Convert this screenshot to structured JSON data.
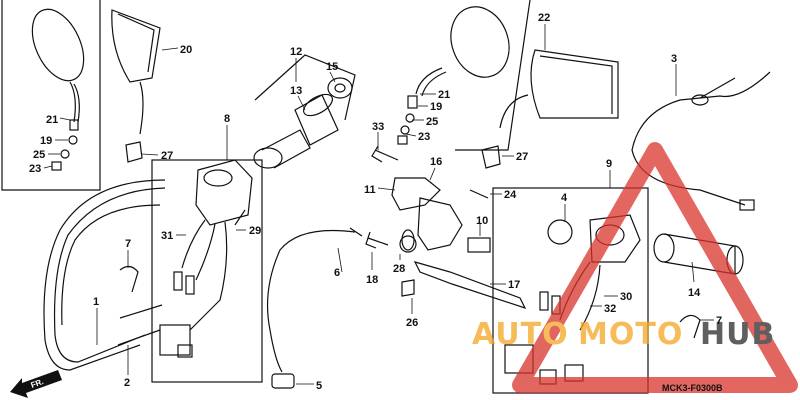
{
  "diagram": {
    "part_code": "MCK3-F0300B",
    "direction_label": "FR.",
    "watermark": {
      "part1": "AUTO",
      "part2": "MOTO",
      "part3": "HUB",
      "color_orange": "#f5a623",
      "color_red": "#d9342b"
    },
    "callouts": [
      {
        "id": "20",
        "label": "20"
      },
      {
        "id": "21a",
        "label": "21"
      },
      {
        "id": "19a",
        "label": "19"
      },
      {
        "id": "25a",
        "label": "25"
      },
      {
        "id": "23a",
        "label": "23"
      },
      {
        "id": "27a",
        "label": "27"
      },
      {
        "id": "12",
        "label": "12"
      },
      {
        "id": "13",
        "label": "13"
      },
      {
        "id": "15",
        "label": "15"
      },
      {
        "id": "8",
        "label": "8"
      },
      {
        "id": "31",
        "label": "31"
      },
      {
        "id": "29",
        "label": "29"
      },
      {
        "id": "7a",
        "label": "7"
      },
      {
        "id": "1",
        "label": "1"
      },
      {
        "id": "2",
        "label": "2"
      },
      {
        "id": "6",
        "label": "6"
      },
      {
        "id": "5",
        "label": "5"
      },
      {
        "id": "22",
        "label": "22"
      },
      {
        "id": "21b",
        "label": "21"
      },
      {
        "id": "19b",
        "label": "19"
      },
      {
        "id": "25b",
        "label": "25"
      },
      {
        "id": "23b",
        "label": "23"
      },
      {
        "id": "33",
        "label": "33"
      },
      {
        "id": "27b",
        "label": "27"
      },
      {
        "id": "16",
        "label": "16"
      },
      {
        "id": "11",
        "label": "11"
      },
      {
        "id": "24",
        "label": "24"
      },
      {
        "id": "10",
        "label": "10"
      },
      {
        "id": "18",
        "label": "18"
      },
      {
        "id": "28",
        "label": "28"
      },
      {
        "id": "17",
        "label": "17"
      },
      {
        "id": "26",
        "label": "26"
      },
      {
        "id": "3",
        "label": "3"
      },
      {
        "id": "9",
        "label": "9"
      },
      {
        "id": "4",
        "label": "4"
      },
      {
        "id": "14",
        "label": "14"
      },
      {
        "id": "30",
        "label": "30"
      },
      {
        "id": "32",
        "label": "32"
      },
      {
        "id": "7b",
        "label": "7"
      }
    ]
  }
}
